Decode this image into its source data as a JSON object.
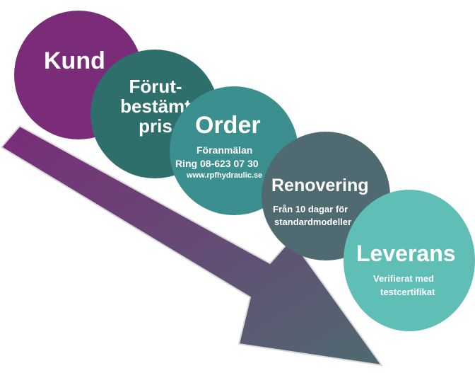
{
  "steps": {
    "kund": {
      "title": "Kund",
      "color": "#7a2c79"
    },
    "pris": {
      "title": "Förut- bestämt pris",
      "color": "#2f6f6b"
    },
    "order": {
      "title": "Order",
      "line1": "Föranmälan",
      "line2": "Ring 08-623 07 30",
      "line3": "www.rpfhydraulic.se",
      "color": "#3c8f8f"
    },
    "renovering": {
      "title": "Renovering",
      "line1": "Från 10 dagar för",
      "line2": "standardmodeller",
      "color": "#4f6a70"
    },
    "leverans": {
      "title": "Leverans",
      "line1": "Verifierat med",
      "line2": "testcertifikat",
      "color": "#5fbfb7"
    }
  },
  "arrow": {
    "direction": "down-right",
    "gradient": [
      "#7a2c79",
      "#4f6a70"
    ]
  }
}
